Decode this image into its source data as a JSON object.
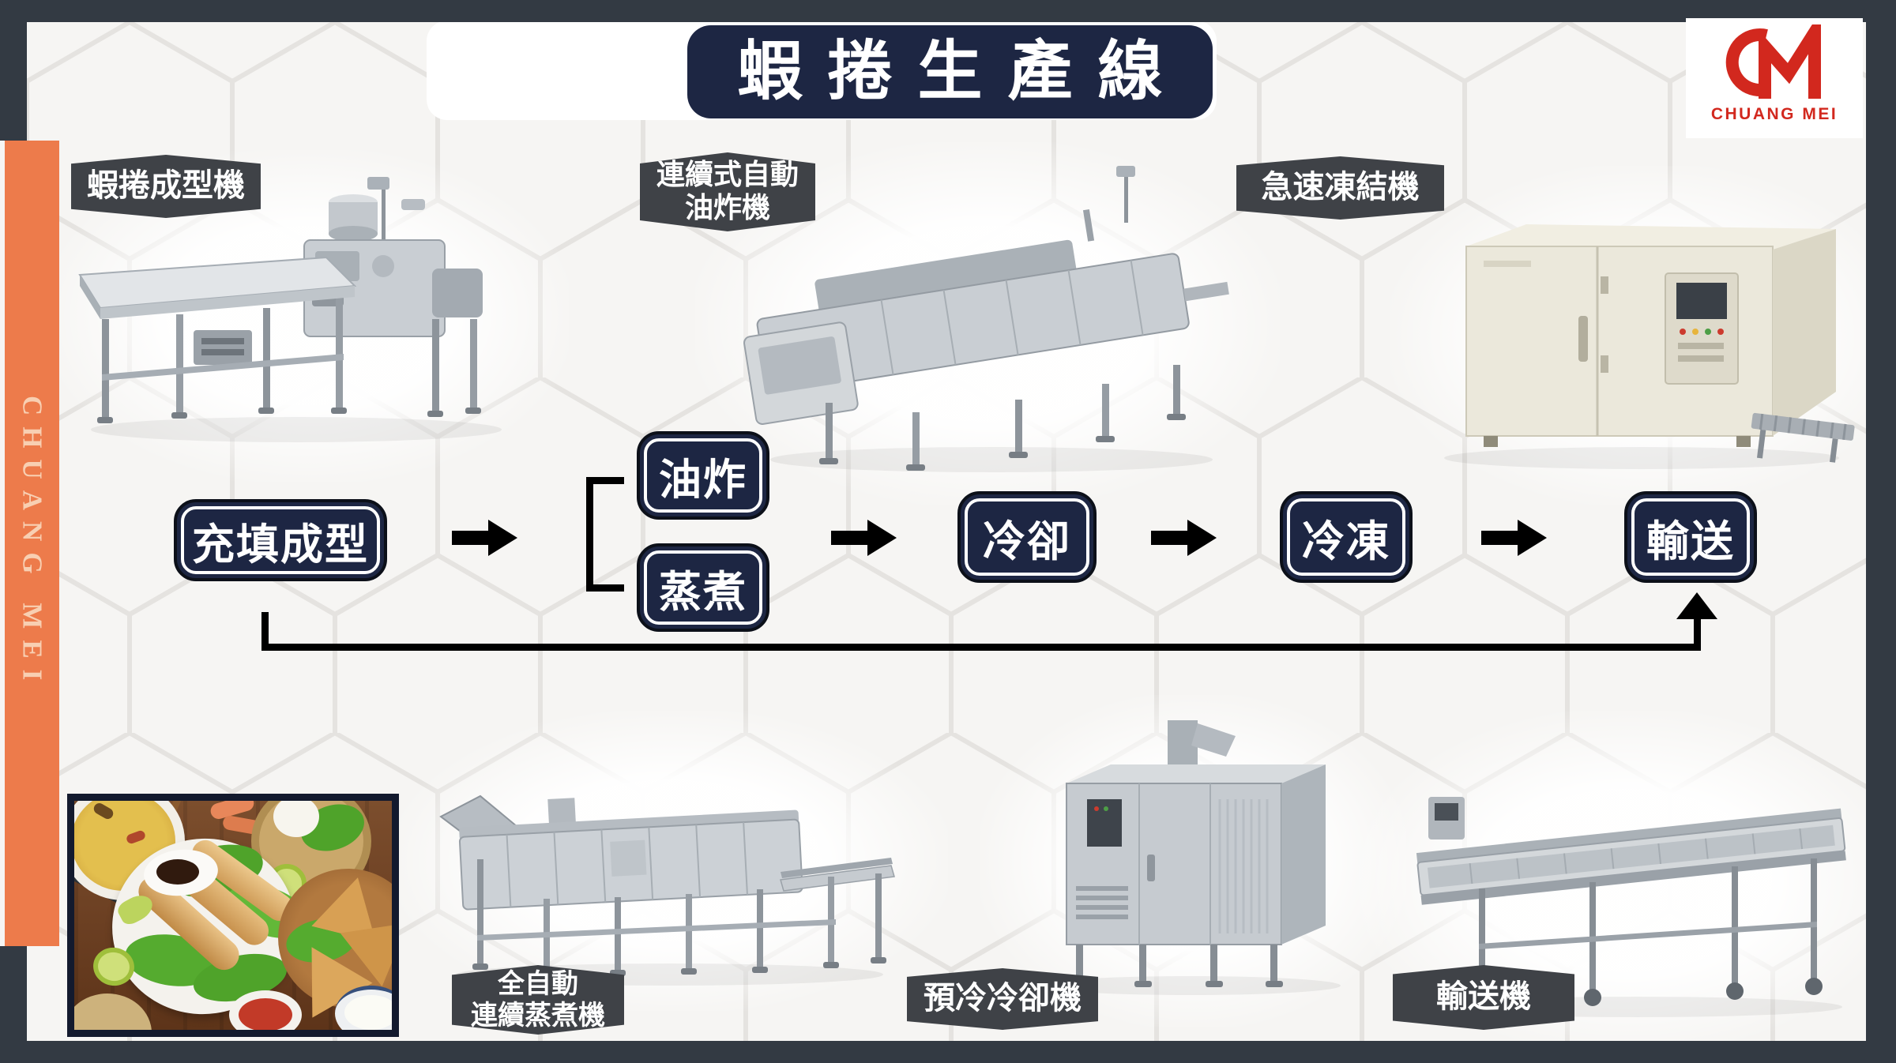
{
  "title": "蝦捲生產線",
  "logo": {
    "name": "CHUANG MEI"
  },
  "sidebar": {
    "brand_vertical": "CHUANG MEI"
  },
  "labels": {
    "forming": "蝦捲成型機",
    "fryer": [
      "連續式自動",
      "油炸機"
    ],
    "freezer": "急速凍結機",
    "steamer": [
      "全自動",
      "連續蒸煮機"
    ],
    "precooler": "預冷冷卻機",
    "conveyor": "輸送機"
  },
  "flow": {
    "fill_forming": "充填成型",
    "frying": "油炸",
    "steaming": "蒸煮",
    "cooling": "冷卻",
    "freezing": "冷凍",
    "conveying": "輸送"
  },
  "colors": {
    "frame_dark": "#333a43",
    "accent_orange": "#ed7b4b",
    "navy": "#1d2643",
    "badge_gray": "#3f4247",
    "logo_red": "#d2281e",
    "arrow_black": "#000000"
  }
}
